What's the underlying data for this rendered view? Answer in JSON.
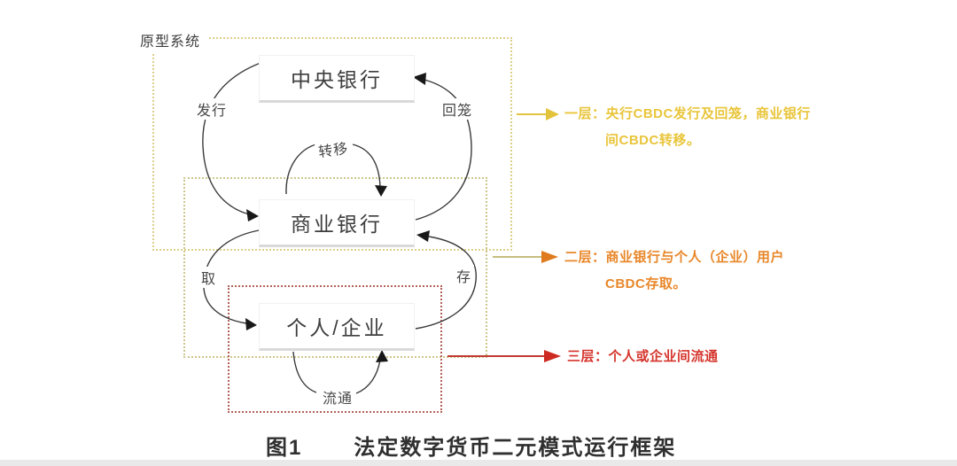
{
  "prototype_system_label": "原型系统",
  "nodes": {
    "central_bank": "中央银行",
    "commercial_bank": "商业银行",
    "individual_enterprise": "个人/企业"
  },
  "flow_labels": {
    "issue": "发行",
    "recall": "回笼",
    "transfer": "转移",
    "withdraw": "取",
    "deposit": "存",
    "circulate": "流通"
  },
  "annotations": [
    {
      "label": "一层：",
      "line1": "央行CBDC发行及回笼，商业银行",
      "line2": "间CBDC转移。",
      "color": "#e9c53a"
    },
    {
      "label": "二层：",
      "line1": "商业银行与个人（企业）用户",
      "line2": "CBDC存取。",
      "color": "#e8872a"
    },
    {
      "label": "三层：",
      "line1": "个人或企业间流通",
      "line2": "",
      "color": "#d5342c"
    }
  ],
  "caption": {
    "figure": "图1",
    "title": "法定数字货币二元模式运行框架"
  },
  "colors": {
    "outer_box_border": "#ddcf8a",
    "middle_box_border": "#cdc68c",
    "inner_box_border": "#b2625a",
    "flow_arrow": "#3a3a3a",
    "layer1_accent": "#e4c33c",
    "layer2_line": "#c6bd7e",
    "layer2_arrowhead": "#df7b1e",
    "layer3_accent": "#c03a32"
  }
}
